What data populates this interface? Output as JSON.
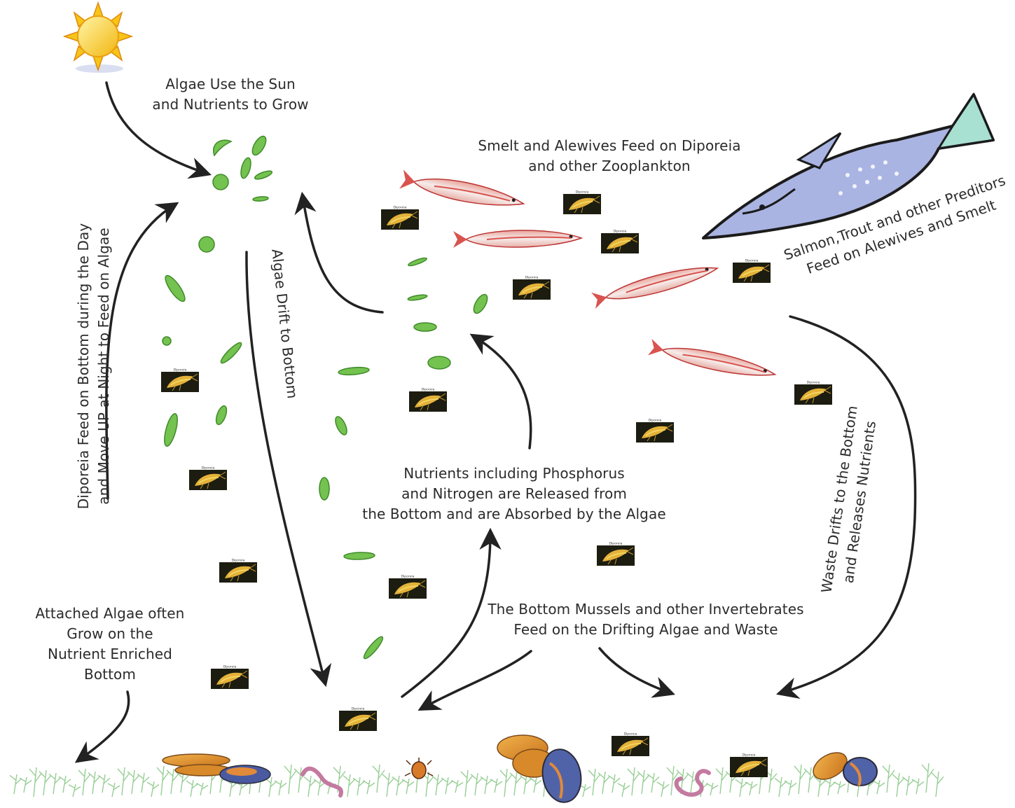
{
  "labels": {
    "algae_sun": [
      "Algae Use the Sun",
      "and Nutrients to Grow"
    ],
    "smelt_alewives": [
      "Smelt and Alewives Feed on Diporeia",
      "and other Zooplankton"
    ],
    "salmon_trout": [
      "Salmon,Trout and other Preditors",
      "Feed on Alewives and Smelt"
    ],
    "diporeia_migrate": [
      "Diporeia Feed on Bottom during the Day",
      "and Move UP at Night to Feed on Algae"
    ],
    "algae_drift": [
      "Algae Drift to Bottom"
    ],
    "nutrients_released": [
      "Nutrients including Phosphorus",
      "and Nitrogen are Released from",
      "the Bottom and  are Absorbed by the Algae"
    ],
    "waste_drifts": [
      "Waste  Drifts to the Bottom",
      "and Releases Nutrients"
    ],
    "attached_algae": [
      "Attached Algae often",
      "Grow  on the",
      "Nutrient Enriched",
      "Bottom"
    ],
    "mussels_feed": [
      "The Bottom Mussels and other Invertebrates",
      "Feed on the Drifting Algae and Waste"
    ]
  },
  "diporeia_tag": "Diporeia",
  "colors": {
    "text": "#2b2b2b",
    "arrow": "#222222",
    "algae_green": "#6fc04a",
    "algae_dark": "#3d8a2a",
    "sun_yellow": "#f6c518",
    "fish_red": "#d9534f",
    "salmon_blue": "#9aa7d8",
    "mussel_orange": "#e39a2e",
    "worm_pink": "#c47aa0",
    "bottom_green": "#8cc98a"
  },
  "icons": [
    "sun-icon",
    "algae-cell-icon",
    "diporeia-photo-icon",
    "alewife-fish-icon",
    "salmon-icon",
    "mussel-icon",
    "worm-icon",
    "beetle-icon",
    "attached-algae-icon"
  ]
}
